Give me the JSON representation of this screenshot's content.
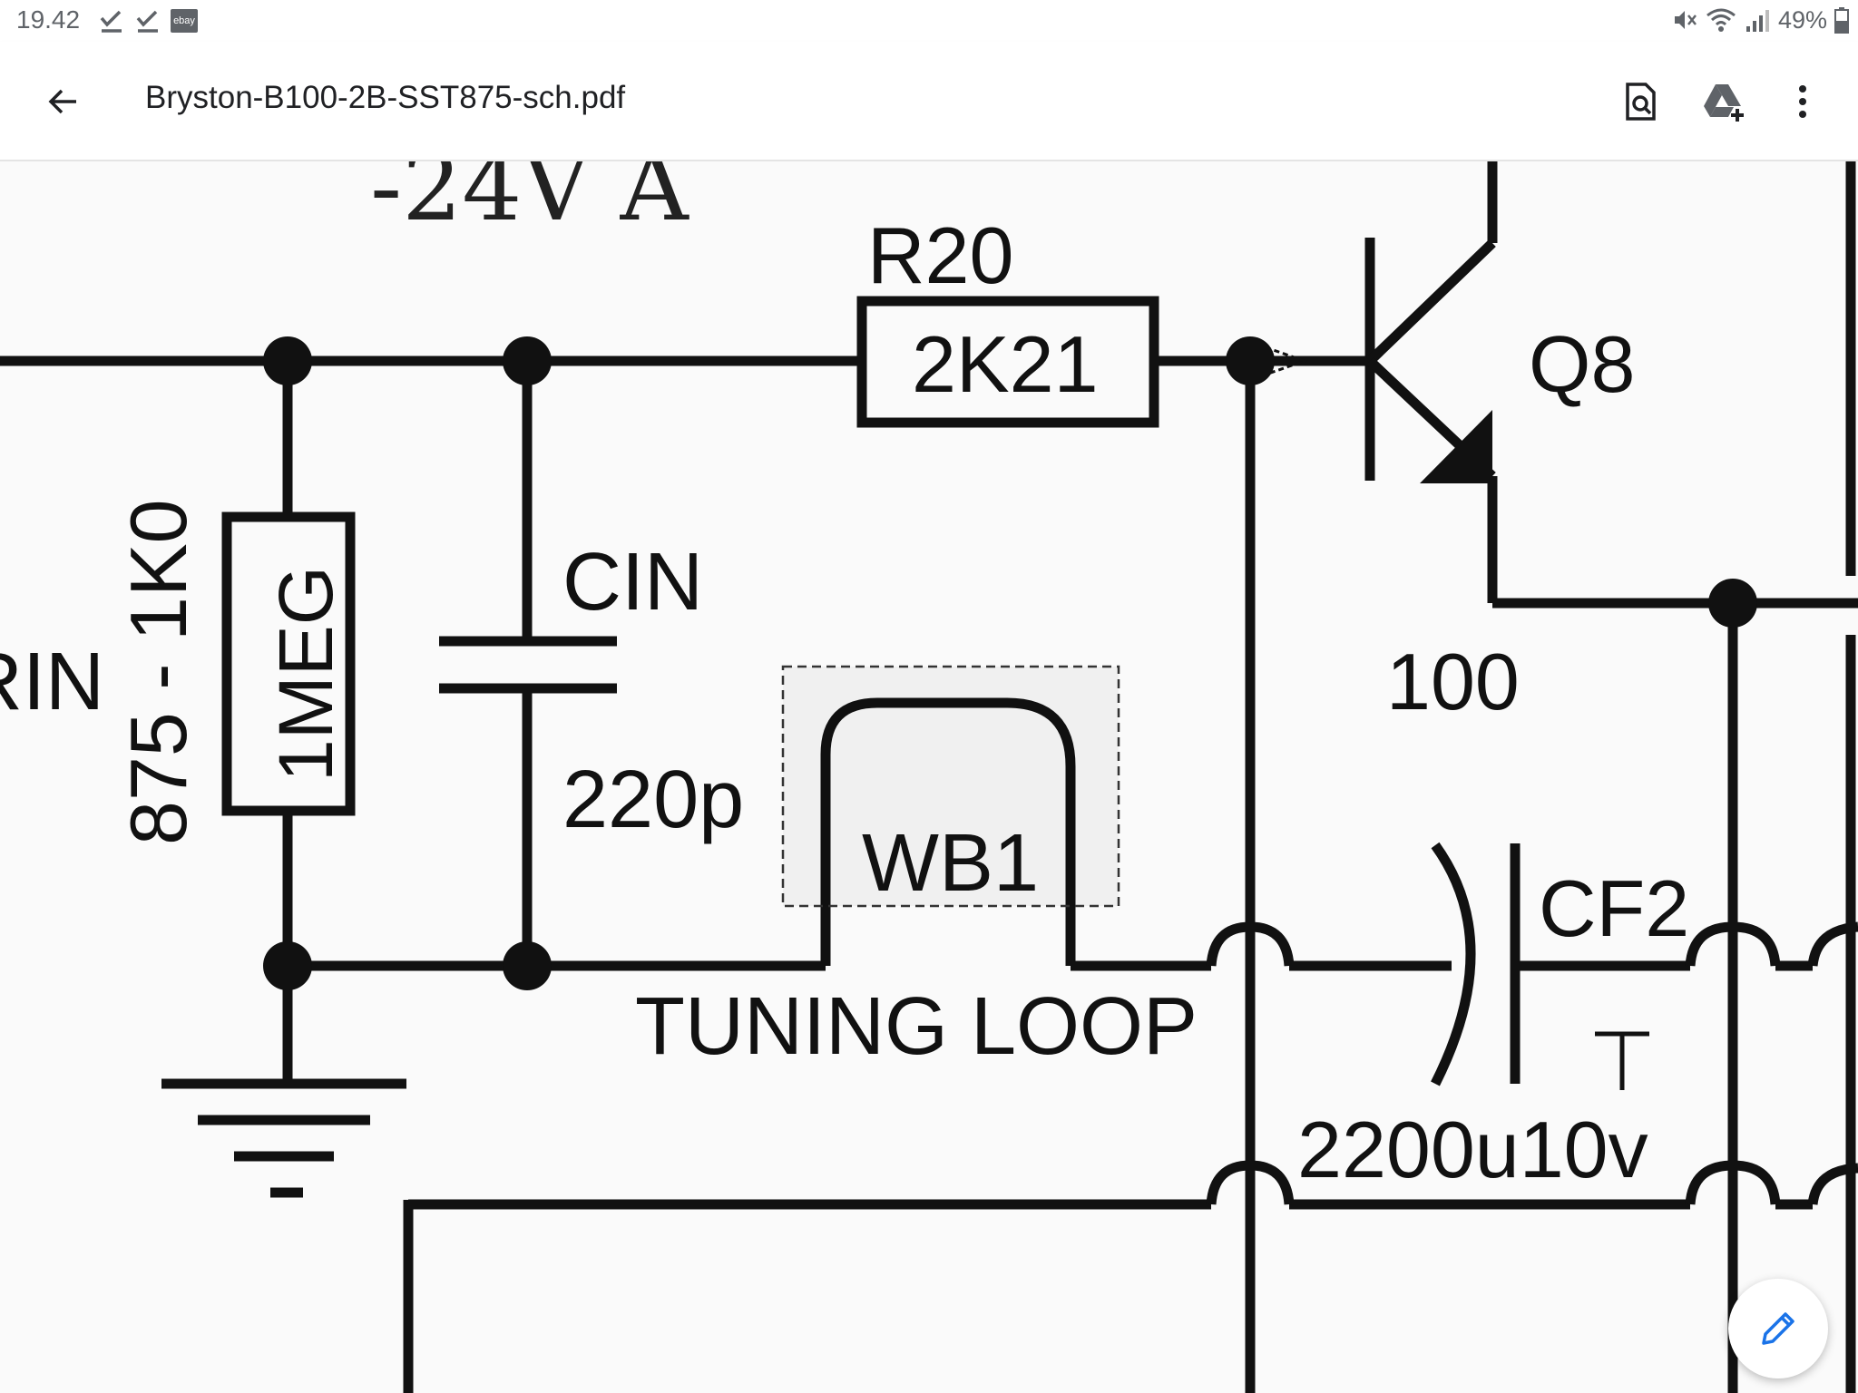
{
  "status_bar": {
    "time": "19.42",
    "battery": "49%",
    "left_icons": [
      "check-icon",
      "check-icon",
      "ebay-icon"
    ],
    "right_icons": [
      "mute-icon",
      "wifi-icon",
      "signal-icon",
      "battery-icon"
    ],
    "ebay_label": "ebay"
  },
  "app_bar": {
    "title": "Bryston-B100-2B-SST875-sch.pdf",
    "icons": [
      "back-arrow-icon",
      "find-in-page-icon",
      "add-to-drive-icon",
      "more-vert-icon"
    ]
  },
  "schematic": {
    "supply_label": "-24V A",
    "r20_ref": "R20",
    "r20_value": "2K21",
    "q8_ref": "Q8",
    "rin_fragment": "RIN",
    "rin_rotated_label": "875 - 1K0",
    "rin_value": "1MEG",
    "cin_ref": "CIN",
    "cin_value": "220p",
    "wb1_ref": "WB1",
    "tuning_loop_label": "TUNING LOOP",
    "resistor_100": "100",
    "cf2_ref": "CF2",
    "cf2_plus": "+",
    "cf2_value": "2200u10v"
  },
  "fab": {
    "icon": "edit-pencil-icon"
  },
  "colors": {
    "ink": "#111111",
    "fab_icon": "#1a73e8",
    "chrome_text": "#202124"
  }
}
